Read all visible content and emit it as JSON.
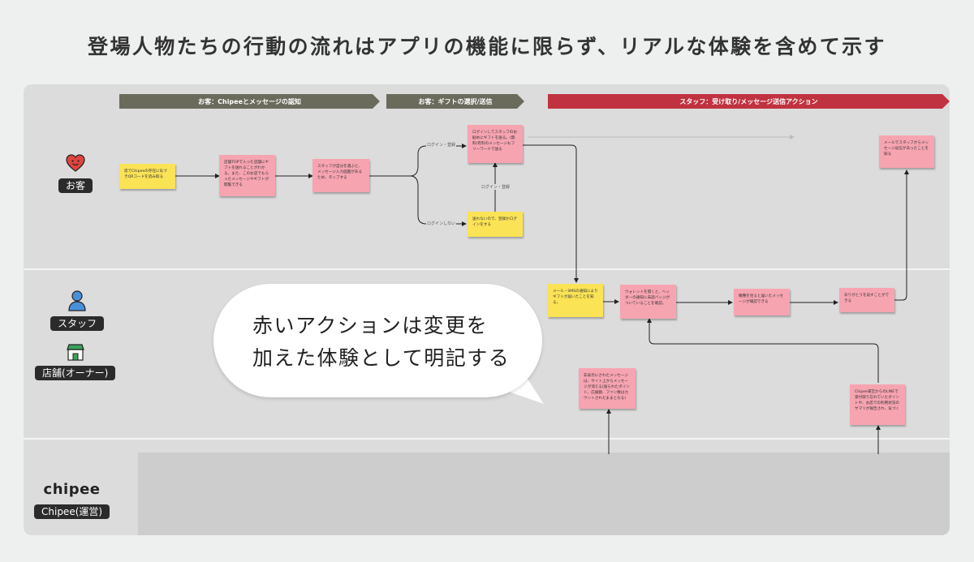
{
  "title": "登場人物たちの行動の流れはアプリの機能に限らず、リアルな体験を含めて示す",
  "phases": {
    "p1": "お客：Chipeeとメッセージの認知",
    "p2": "お客：ギフトの選択/送信",
    "p3": "スタッフ：受け取り/メッセージ送信アクション"
  },
  "lanes": {
    "customer": "お客",
    "staff": "スタッフ",
    "store": "店舗(オーナー)",
    "operator": "Chipee(運営)",
    "operator_logo": "chipee"
  },
  "notes": {
    "n1": "席でChipeeの存在に気づきQRコードを読み取る",
    "n2": "店舗TOPで入った店舗にギフトを送れることがわかる。また、このお店でもらったメッセージやギフトが閲覧できる",
    "n3": "スタッフが自分を選ぶと、メッセージ入力画面があるため、タップする",
    "n4": "ログインしてスタッフのお勧めにギフトを送る。(無料)有料のメッセージもフリーワードで送る",
    "n5": "送れないので、登録かログインをする",
    "n6": "メールでスタッフからメッセージ返信があったことを知る",
    "n7": "メール・SMSの通知によりギフトが届いたことを知る。",
    "n8": "ウォレットを開くと、ヘッダーの通知に未読バッジがついていることを確認。",
    "n9": "機種を見ると届いたメッセージが確認できる",
    "n10": "ありがとうを返すことができる",
    "n11": "非表示にされたメッセージは、サイト上からメッセージが消える(送られたポイント、応援額、ファン数はカウントされたままとなる)",
    "n12": "Chipee運営からのLINEで受付取り忘れていたポイントや、お店での利用状況のサマリが報告され、気づく"
  },
  "edge_labels": {
    "login_register": "ログイン・登録",
    "no_login": "ログインしない",
    "login_register_2": "ログイン・登録"
  },
  "callout": {
    "line1": "赤いアクションは変更を",
    "line2": "加えた体験として明記する"
  },
  "colors": {
    "phase_dark": "#6b6b5c",
    "phase_red": "#c0323f",
    "note_pink": "#f7a4b1",
    "note_yellow": "#fbe356"
  }
}
